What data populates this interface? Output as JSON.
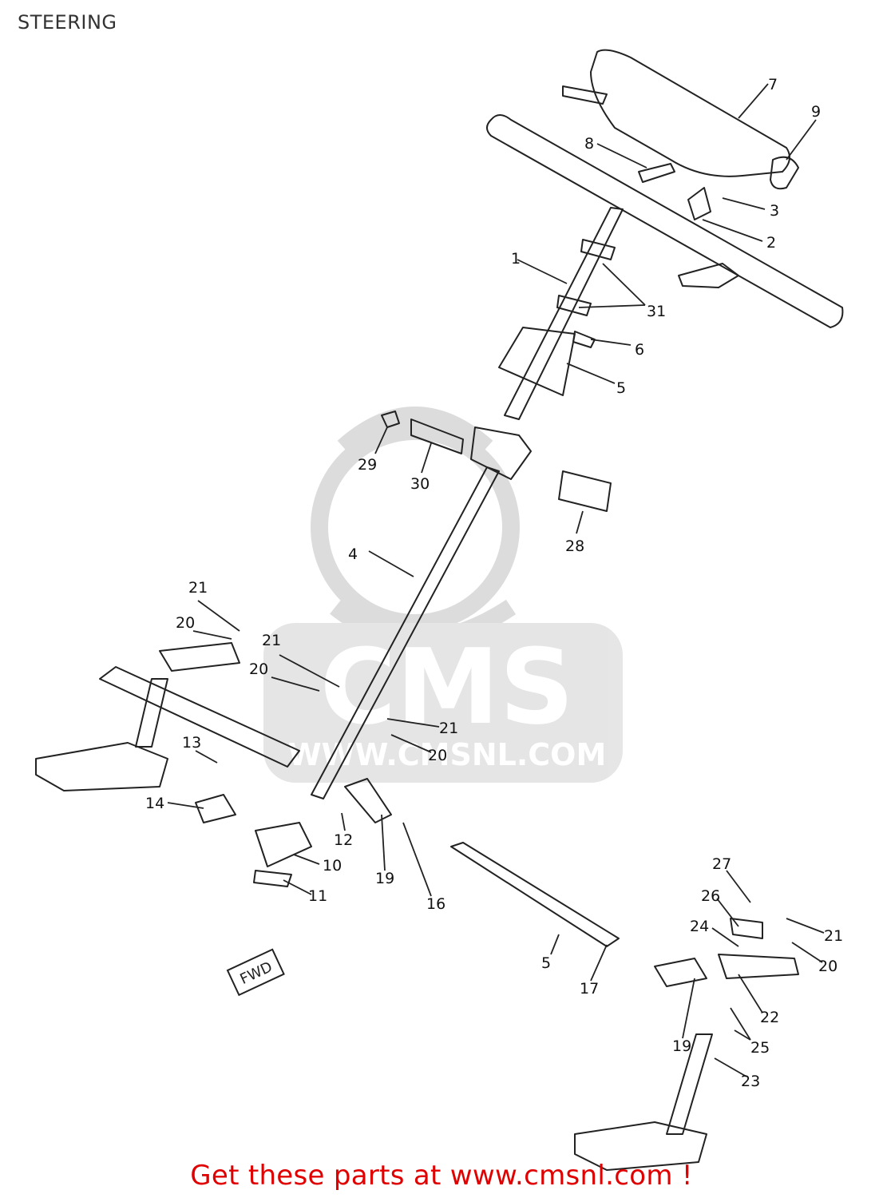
{
  "page": {
    "title": "STEERING"
  },
  "watermark": {
    "brand": "CMS",
    "url": "WWW.CMSNL.COM"
  },
  "footer": {
    "cta": "Get these parts at www.cmsnl.com !"
  },
  "stamp": {
    "text": "FWD"
  },
  "colors": {
    "line": "#222222",
    "cta": "#e00000",
    "watermark": "#d9d9d9"
  },
  "callouts": [
    {
      "id": "c1",
      "label": "1"
    },
    {
      "id": "c2",
      "label": "2"
    },
    {
      "id": "c3",
      "label": "3"
    },
    {
      "id": "c4",
      "label": "4"
    },
    {
      "id": "c5a",
      "label": "5"
    },
    {
      "id": "c5b",
      "label": "5"
    },
    {
      "id": "c6",
      "label": "6"
    },
    {
      "id": "c7",
      "label": "7"
    },
    {
      "id": "c8",
      "label": "8"
    },
    {
      "id": "c9",
      "label": "9"
    },
    {
      "id": "c10",
      "label": "10"
    },
    {
      "id": "c11",
      "label": "11"
    },
    {
      "id": "c12",
      "label": "12"
    },
    {
      "id": "c13",
      "label": "13"
    },
    {
      "id": "c14",
      "label": "14"
    },
    {
      "id": "c16",
      "label": "16"
    },
    {
      "id": "c17",
      "label": "17"
    },
    {
      "id": "c19a",
      "label": "19"
    },
    {
      "id": "c19b",
      "label": "19"
    },
    {
      "id": "c20a",
      "label": "20"
    },
    {
      "id": "c20b",
      "label": "20"
    },
    {
      "id": "c20c",
      "label": "20"
    },
    {
      "id": "c20d",
      "label": "20"
    },
    {
      "id": "c21a",
      "label": "21"
    },
    {
      "id": "c21b",
      "label": "21"
    },
    {
      "id": "c21c",
      "label": "21"
    },
    {
      "id": "c21d",
      "label": "21"
    },
    {
      "id": "c22",
      "label": "22"
    },
    {
      "id": "c23",
      "label": "23"
    },
    {
      "id": "c24",
      "label": "24"
    },
    {
      "id": "c25",
      "label": "25"
    },
    {
      "id": "c26",
      "label": "26"
    },
    {
      "id": "c27",
      "label": "27"
    },
    {
      "id": "c28",
      "label": "28"
    },
    {
      "id": "c29",
      "label": "29"
    },
    {
      "id": "c30",
      "label": "30"
    },
    {
      "id": "c31",
      "label": "31"
    }
  ]
}
